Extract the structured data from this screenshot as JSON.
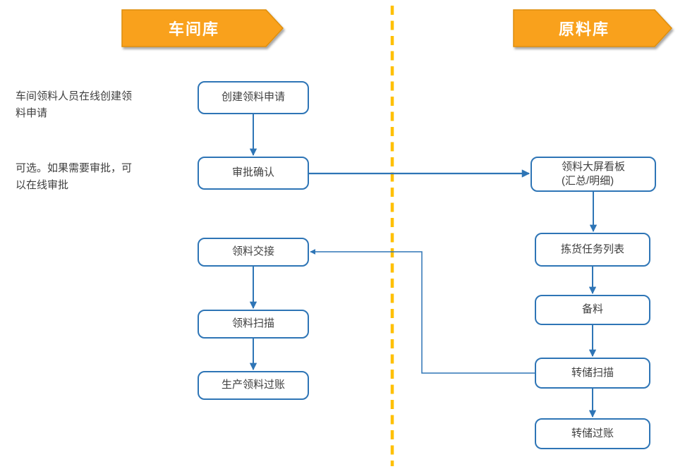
{
  "lanes": {
    "left": {
      "title": "车间库"
    },
    "right": {
      "title": "原料库"
    }
  },
  "annotations": [
    {
      "text": "车间领料人员在线创建领料申请"
    },
    {
      "text": "可选。如果需要审批，可以在线审批"
    }
  ],
  "nodes": {
    "create_request": {
      "label": "创建领料申请"
    },
    "approval_confirm": {
      "label": "审批确认"
    },
    "material_handover": {
      "label": "领料交接"
    },
    "material_scan": {
      "label": "领料扫描"
    },
    "production_issue_posting": {
      "label": "生产领料过账"
    },
    "kanban": {
      "label": "领料大屏看板",
      "sublabel": "(汇总/明细)"
    },
    "picking_task_list": {
      "label": "拣货任务列表"
    },
    "material_prepare": {
      "label": "备料"
    },
    "transfer_scan": {
      "label": "转储扫描"
    },
    "transfer_posting": {
      "label": "转储过账"
    }
  },
  "colors": {
    "lane_header_fill": "#F9A11B",
    "lane_header_border": "#DD8E0D",
    "lane_header_text": "#FFFFFF",
    "node_border": "#2E75B6",
    "node_fill": "#FFFFFF",
    "node_text": "#3F3F3F",
    "connector": "#2E75B6",
    "divider": "#FFC000",
    "annotation_text": "#3F3F3F"
  }
}
